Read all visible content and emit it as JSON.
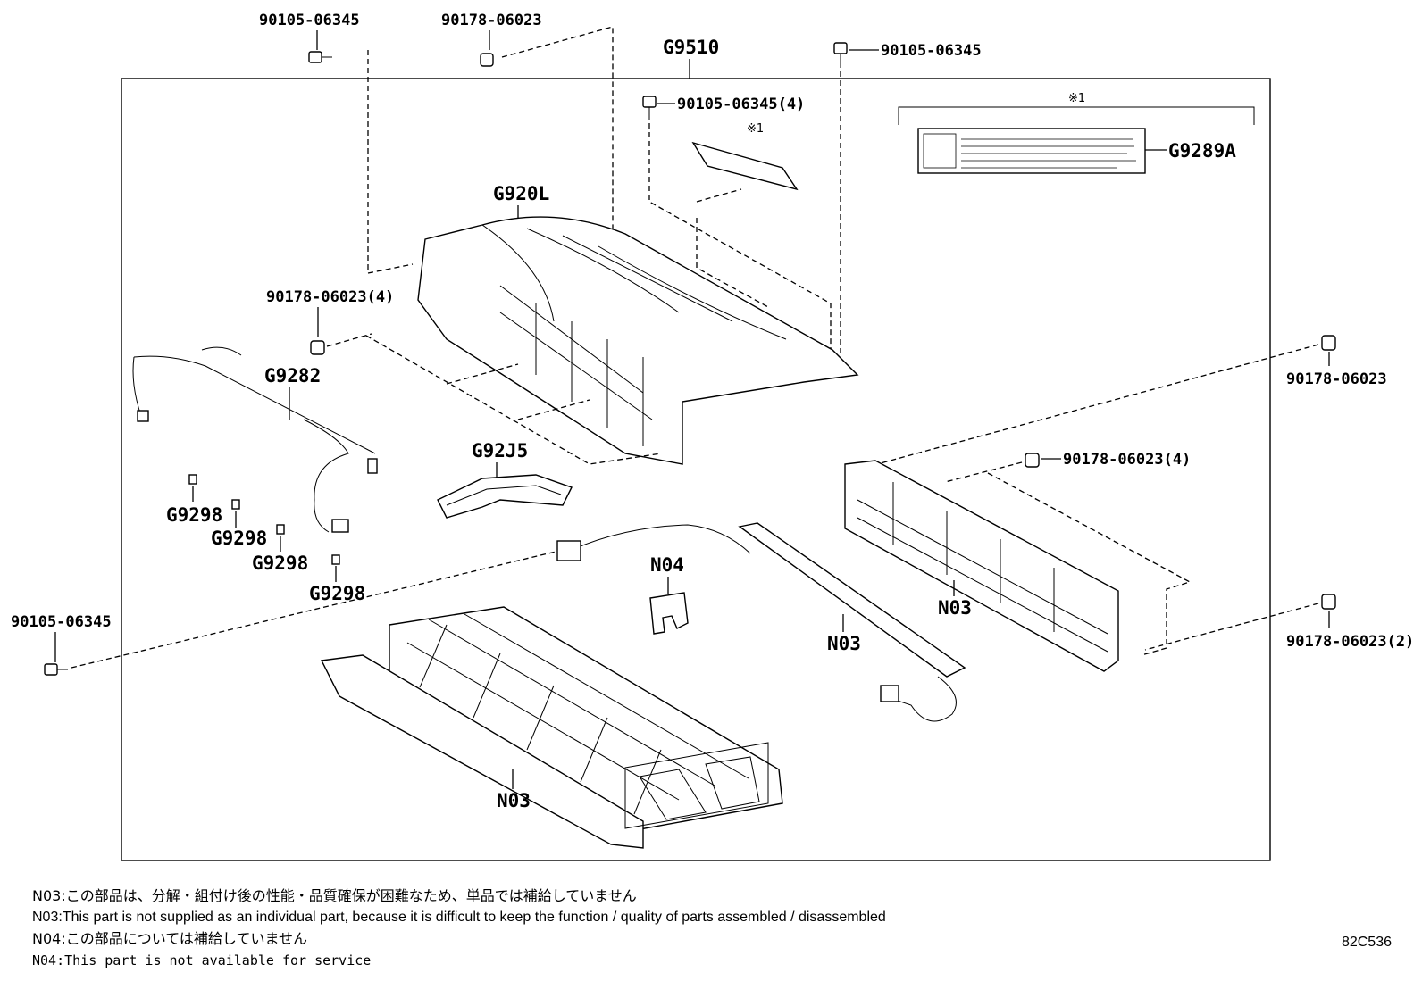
{
  "diagram": {
    "assembly": "G9510",
    "frame_note": "※1",
    "labels": {
      "bolt_top_left": "90105-06345",
      "nut_top": "90178-06023",
      "bolt_top_right": "90105-06345",
      "bolt_inner_4": "90105-06345(4)",
      "note_mark_small": "※1",
      "label_plate": "G9289A",
      "cover": "G920L",
      "nut_left_4": "90178-06023(4)",
      "wire_harness": "G9282",
      "duct": "G92J5",
      "clip_1": "G9298",
      "clip_2": "G9298",
      "clip_3": "G9298",
      "clip_4": "G9298",
      "nut_right_top": "90178-06023",
      "nut_right_mid_4": "90178-06023(4)",
      "bracket_right": "N03",
      "part_n04": "N04",
      "bus_bar": "N03",
      "bolt_left_bottom": "90105-06345",
      "nut_right_bottom_2": "90178-06023(2)",
      "battery_stack": "N03"
    }
  },
  "footnotes": [
    "N03:この部品は、分解・組付け後の性能・品質確保が困難なため、単品では補給していません",
    "N03:This part is not supplied as an individual part, because it is difficult to keep the function / quality of parts  assembled / disassembled",
    "N04:この部品については補給していません",
    "N04:This part is not available for service"
  ],
  "figure_code": "82C536"
}
